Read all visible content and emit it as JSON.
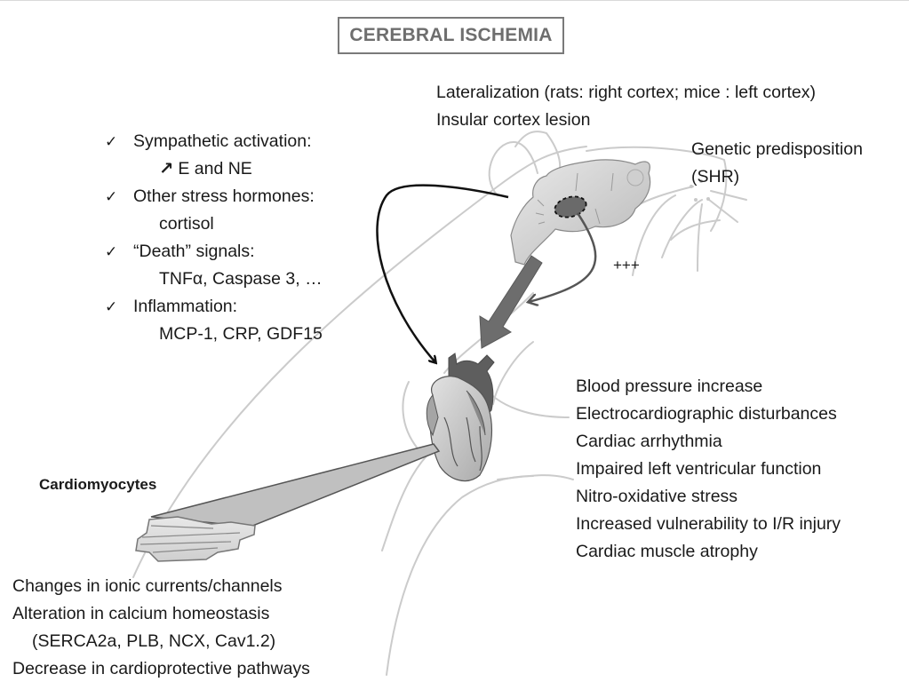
{
  "title": "CEREBRAL ISCHEMIA",
  "brain_factors": [
    "Lateralization (rats: right cortex; mice : left cortex)",
    "Insular cortex lesion"
  ],
  "genetic": {
    "line1": "Genetic predisposition",
    "line2": "(SHR)"
  },
  "plus_label": "+++",
  "mediators": [
    {
      "check": "✓",
      "label": "Sympathetic activation:",
      "detail_icon": "↗",
      "detail": "E and NE"
    },
    {
      "check": "✓",
      "label": "Other stress hormones:",
      "detail": "cortisol"
    },
    {
      "check": "✓",
      "label": "“Death” signals:",
      "detail": "TNFα, Caspase 3, …"
    },
    {
      "check": "✓",
      "label": "Inflammation:",
      "detail": "MCP-1, CRP, GDF15"
    }
  ],
  "cardiac_effects": [
    "Blood pressure increase",
    "Electrocardiographic disturbances",
    "Cardiac arrhythmia",
    "Impaired left ventricular function",
    "Nitro-oxidative stress",
    "Increased vulnerability to I/R injury",
    "Cardiac muscle atrophy"
  ],
  "cardiomyocytes": {
    "label": "Cardiomyocytes",
    "effects": [
      "Changes in ionic currents/channels",
      "Alteration in calcium homeostasis",
      "(SERCA2a, PLB, NCX, Cav1.2)",
      "Decrease in cardioprotective pathways"
    ]
  },
  "colors": {
    "title_border": "#7a7a7a",
    "title_text": "#6e6e6e",
    "rat_outline": "#c8c8c8",
    "organ_fill": "#c9c9c9",
    "big_arrow": "#6d6d6d",
    "lesion": "#6a6a6a"
  }
}
